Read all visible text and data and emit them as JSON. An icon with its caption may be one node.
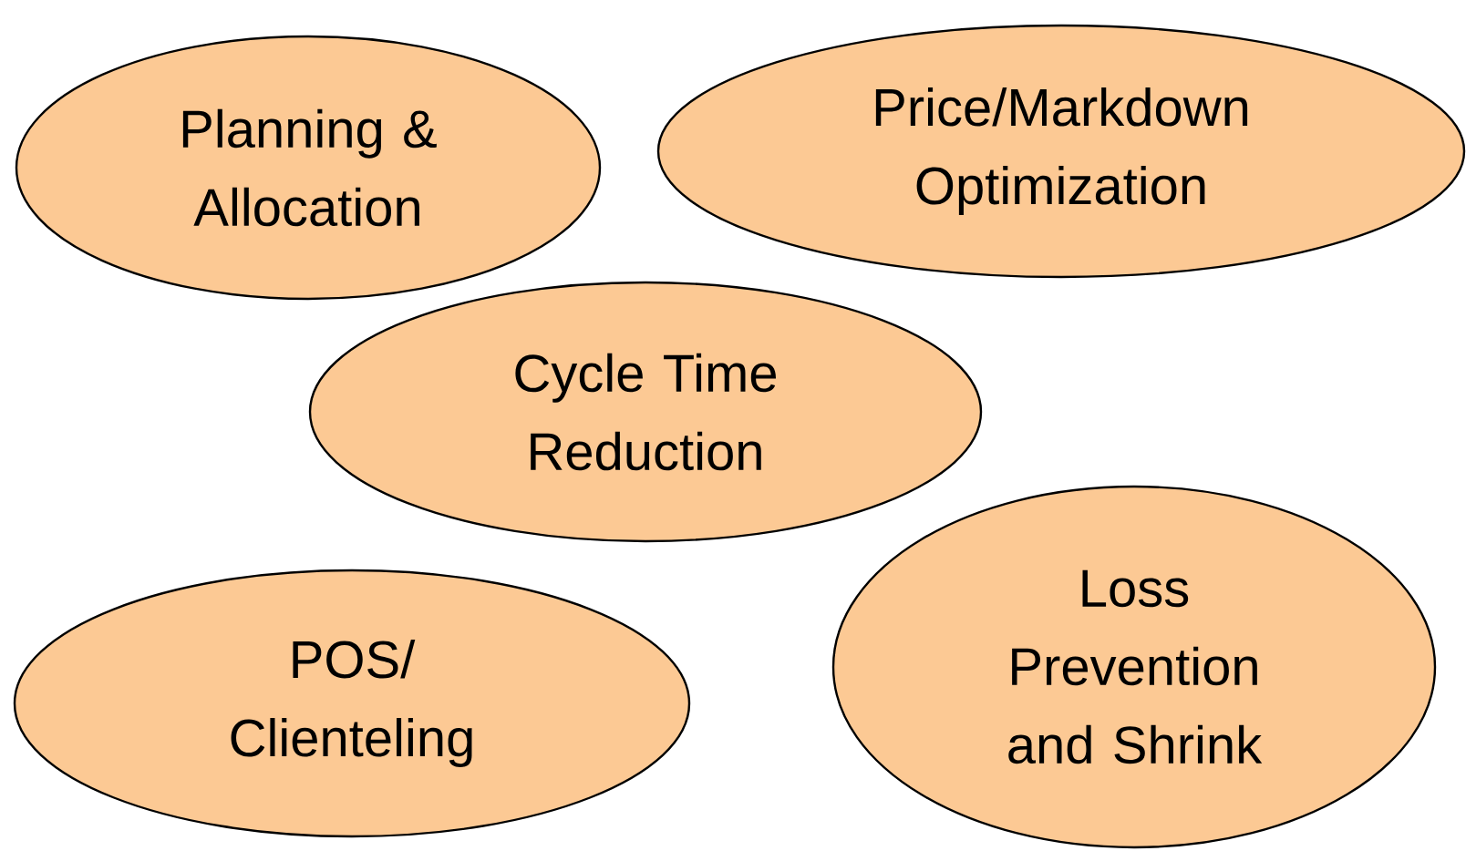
{
  "diagram": {
    "nodes": [
      {
        "text": [
          "Planning & Allocation"
        ]
      },
      {
        "text": [
          "Price/Markdown Optimization"
        ]
      },
      {
        "text": [
          "Cycle Time Reduction"
        ]
      },
      {
        "text": [
          "POS/ Clienteling"
        ]
      },
      {
        "text": [
          "Loss Prevention and Shrink"
        ]
      }
    ]
  }
}
